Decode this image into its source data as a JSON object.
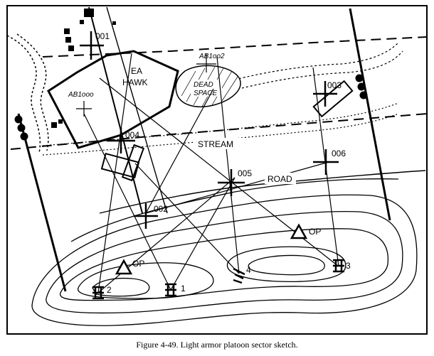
{
  "figure": {
    "caption": "Figure 4-49.   Light armor platoon sector sketch."
  },
  "map": {
    "engagement_area": {
      "line1": "EA",
      "line2": "HAWK"
    },
    "grid_labels": {
      "left_area": "AB1ooo",
      "top_center": "AB1oo2"
    },
    "dead_space_label": {
      "line1": "DEAD",
      "line2": "SPACE"
    },
    "target_reference_points": [
      "001",
      "002",
      "003",
      "004",
      "005",
      "006"
    ],
    "features": {
      "stream": "STREAM",
      "road": "ROAD"
    },
    "observation_posts": [
      "OP",
      "OP"
    ],
    "vehicle_positions": [
      "1",
      "2",
      "3",
      "4"
    ]
  }
}
